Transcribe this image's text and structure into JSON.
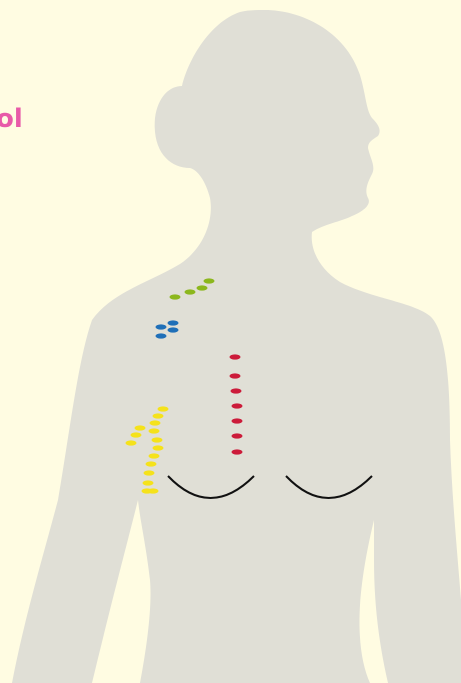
{
  "edge_label": "ol",
  "colors": {
    "background": "#fffce2",
    "silhouette": "#e0dfd6",
    "edge_label": "#e85aa8",
    "chest_outline": "#111111",
    "node_groups": {
      "green": "#8cb71d",
      "blue": "#1f6fb8",
      "red": "#cc1b3a",
      "yellow": "#f5e21b"
    }
  },
  "node_groups": [
    {
      "name": "green",
      "count": 4
    },
    {
      "name": "blue",
      "count": 4
    },
    {
      "name": "red",
      "count": 7
    },
    {
      "name": "yellow",
      "count": 15
    }
  ]
}
